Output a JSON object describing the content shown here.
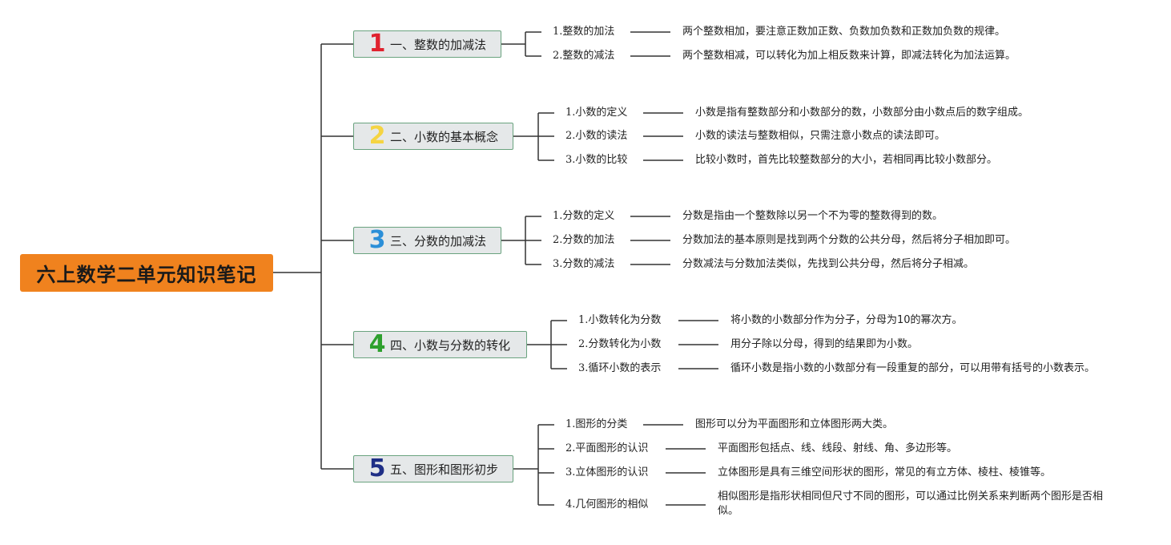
{
  "root": {
    "title": "六上数学二单元知识笔记"
  },
  "branches": [
    {
      "num": "1",
      "num_color": "#e0232f",
      "title": "一、整数的加减法",
      "leaves": [
        {
          "label": "1.整数的加法",
          "desc": "两个整数相加，要注意正数加正数、负数加负数和正数加负数的规律。"
        },
        {
          "label": "2.整数的减法",
          "desc": "两个整数相减，可以转化为加上相反数来计算，即减法转化为加法运算。"
        }
      ]
    },
    {
      "num": "2",
      "num_color": "#f5d442",
      "title": "二、小数的基本概念",
      "leaves": [
        {
          "label": "1.小数的定义",
          "desc": "小数是指有整数部分和小数部分的数，小数部分由小数点后的数字组成。"
        },
        {
          "label": "2.小数的读法",
          "desc": "小数的读法与整数相似，只需注意小数点的读法即可。"
        },
        {
          "label": "3.小数的比较",
          "desc": "比较小数时，首先比较整数部分的大小，若相同再比较小数部分。"
        }
      ]
    },
    {
      "num": "3",
      "num_color": "#2b8fd8",
      "title": "三、分数的加减法",
      "leaves": [
        {
          "label": "1.分数的定义",
          "desc": "分数是指由一个整数除以另一个不为零的整数得到的数。"
        },
        {
          "label": "2.分数的加法",
          "desc": "分数加法的基本原则是找到两个分数的公共分母，然后将分子相加即可。"
        },
        {
          "label": "3.分数的减法",
          "desc": "分数减法与分数加法类似，先找到公共分母，然后将分子相减。"
        }
      ]
    },
    {
      "num": "4",
      "num_color": "#2ea02e",
      "title": "四、小数与分数的转化",
      "leaves": [
        {
          "label": "1.小数转化为分数",
          "desc": "将小数的小数部分作为分子，分母为10的幂次方。"
        },
        {
          "label": "2.分数转化为小数",
          "desc": "用分子除以分母，得到的结果即为小数。"
        },
        {
          "label": "3.循环小数的表示",
          "desc": "循环小数是指小数的小数部分有一段重复的部分，可以用带有括号的小数表示。"
        }
      ]
    },
    {
      "num": "5",
      "num_color": "#1f2f86",
      "title": "五、图形和图形初步",
      "leaves": [
        {
          "label": "1.图形的分类",
          "desc": "图形可以分为平面图形和立体图形两大类。"
        },
        {
          "label": "2.平面图形的认识",
          "desc": "平面图形包括点、线、线段、射线、角、多边形等。"
        },
        {
          "label": "3.立体图形的认识",
          "desc": "立体图形是具有三维空间形状的图形，常见的有立方体、棱柱、棱锥等。"
        },
        {
          "label": "4.几何图形的相似",
          "desc": "相似图形是指形状相同但尺寸不同的图形，可以通过比例关系来判断两个图形是否相似。"
        }
      ]
    }
  ]
}
